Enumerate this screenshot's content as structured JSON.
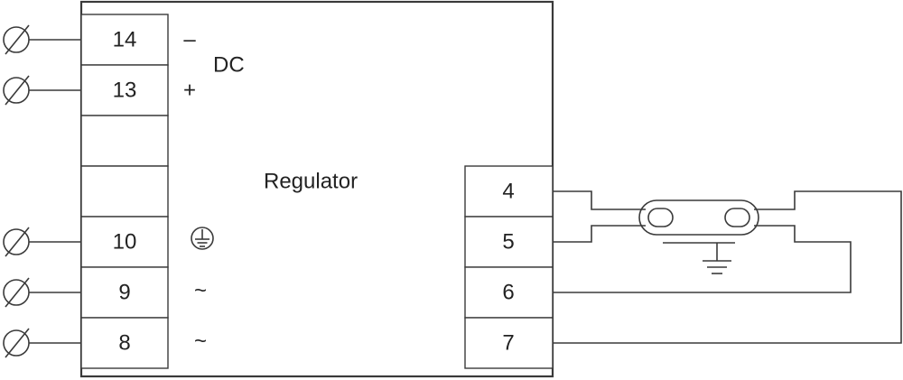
{
  "regulator": {
    "title": "Regulator"
  },
  "dc": {
    "label": "DC",
    "minus": "–",
    "plus": "+"
  },
  "left_terminals": [
    {
      "label": "14"
    },
    {
      "label": "13"
    },
    {
      "label": ""
    },
    {
      "label": ""
    },
    {
      "label": "10"
    },
    {
      "label": "9"
    },
    {
      "label": "8"
    }
  ],
  "right_terminals": [
    {
      "label": "4"
    },
    {
      "label": "5"
    },
    {
      "label": "6"
    },
    {
      "label": "7"
    }
  ],
  "ac": {
    "symbol_9": "~",
    "symbol_8": "~"
  },
  "colors": {
    "line": "#3a3a3a",
    "text": "#222222",
    "background": "#ffffff"
  }
}
